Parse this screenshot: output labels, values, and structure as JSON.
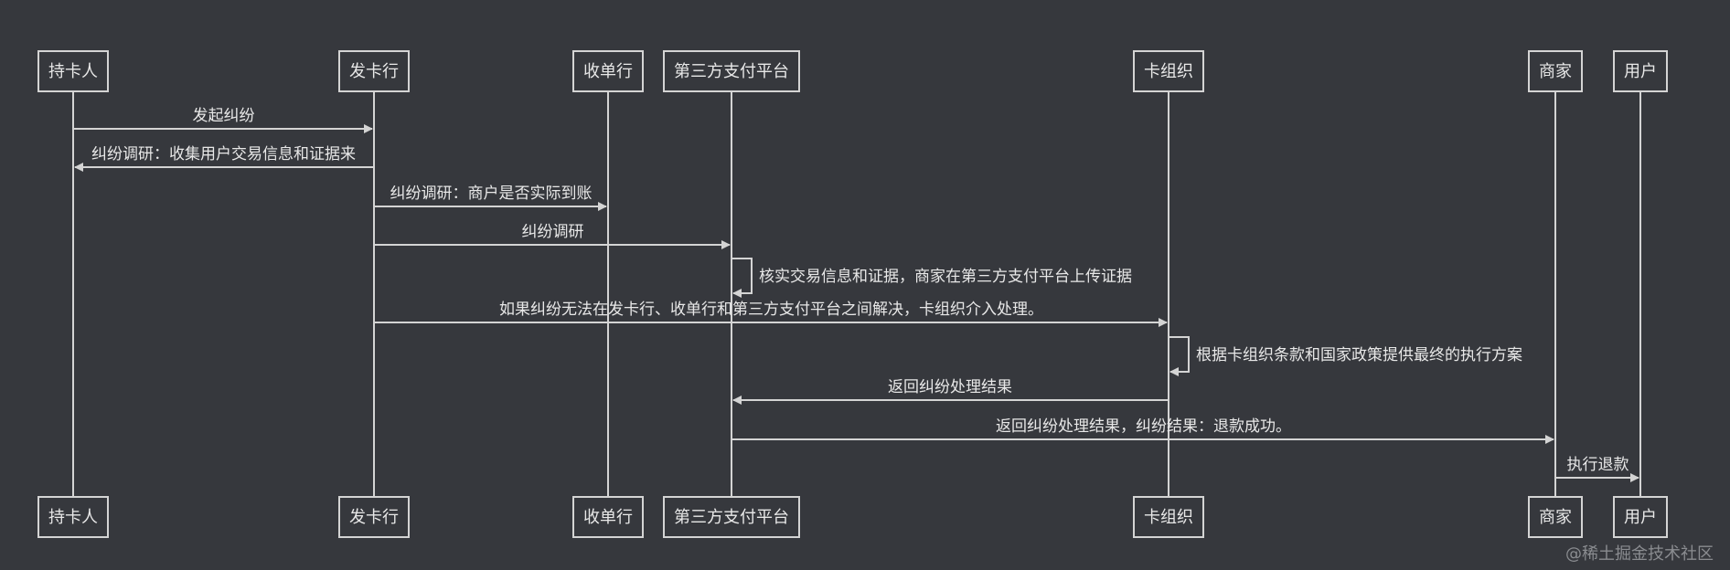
{
  "participants": [
    {
      "id": "cardholder",
      "label": "持卡人"
    },
    {
      "id": "issuer",
      "label": "发卡行"
    },
    {
      "id": "acquirer",
      "label": "收单行"
    },
    {
      "id": "thirdparty",
      "label": "第三方支付平台"
    },
    {
      "id": "cardorg",
      "label": "卡组织"
    },
    {
      "id": "merchant",
      "label": "商家"
    },
    {
      "id": "user",
      "label": "用户"
    }
  ],
  "messages": [
    {
      "from": "cardholder",
      "to": "issuer",
      "label": "发起纠纷"
    },
    {
      "from": "issuer",
      "to": "cardholder",
      "label": "纠纷调研：收集用户交易信息和证据来"
    },
    {
      "from": "issuer",
      "to": "acquirer",
      "label": "纠纷调研：商户是否实际到账"
    },
    {
      "from": "issuer",
      "to": "thirdparty",
      "label": "纠纷调研"
    },
    {
      "from": "thirdparty",
      "to": "thirdparty",
      "label": "核实交易信息和证据，商家在第三方支付平台上传证据"
    },
    {
      "from": "issuer",
      "to": "cardorg",
      "label": "如果纠纷无法在发卡行、收单行和第三方支付平台之间解决，卡组织介入处理。"
    },
    {
      "from": "cardorg",
      "to": "cardorg",
      "label": "根据卡组织条款和国家政策提供最终的执行方案"
    },
    {
      "from": "cardorg",
      "to": "thirdparty",
      "label": "返回纠纷处理结果"
    },
    {
      "from": "thirdparty",
      "to": "merchant",
      "label": "返回纠纷处理结果，纠纷结果：退款成功。"
    },
    {
      "from": "merchant",
      "to": "user",
      "label": "执行退款"
    }
  ],
  "watermark": "@稀土掘金技术社区"
}
